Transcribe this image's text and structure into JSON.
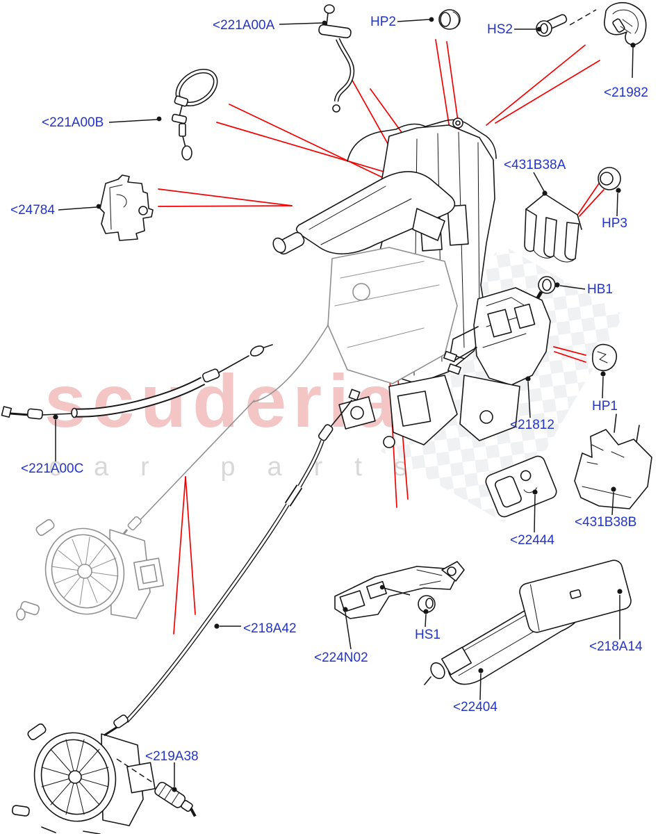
{
  "watermark": {
    "brand": "scuderia",
    "sub": "car parts",
    "brand_color": "#f4c5c5",
    "sub_color": "#d8d8d8"
  },
  "colors": {
    "label_blue": "#2233cc",
    "callout_red": "#f40000",
    "art_black": "#161616",
    "art_gray": "#8f8f8f",
    "background": "#ffffff"
  },
  "labels": [
    {
      "id": "221A00A",
      "text": "<221A00A"
    },
    {
      "id": "HP2",
      "text": "HP2"
    },
    {
      "id": "HS2",
      "text": "HS2"
    },
    {
      "id": "21982",
      "text": "<21982"
    },
    {
      "id": "221A00B",
      "text": "<221A00B"
    },
    {
      "id": "24784",
      "text": "<24784"
    },
    {
      "id": "431B38A",
      "text": "<431B38A"
    },
    {
      "id": "HP3",
      "text": "HP3"
    },
    {
      "id": "HB1",
      "text": "HB1"
    },
    {
      "id": "21812",
      "text": "<21812"
    },
    {
      "id": "HP1",
      "text": "HP1"
    },
    {
      "id": "221A00C",
      "text": "<221A00C"
    },
    {
      "id": "22444",
      "text": "<22444"
    },
    {
      "id": "431B38B",
      "text": "<431B38B"
    },
    {
      "id": "218A42",
      "text": "<218A42"
    },
    {
      "id": "224N02",
      "text": "<224N02"
    },
    {
      "id": "HS1",
      "text": "HS1"
    },
    {
      "id": "218A14",
      "text": "<218A14"
    },
    {
      "id": "22404",
      "text": "<22404"
    },
    {
      "id": "219A38",
      "text": "<219A38"
    }
  ]
}
